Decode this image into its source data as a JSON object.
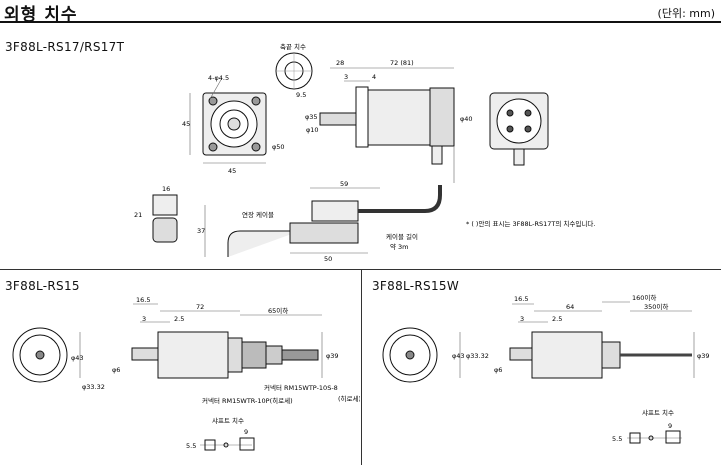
{
  "header": {
    "title": "외형 치수",
    "unit": "(단위: mm)"
  },
  "sections": {
    "top": {
      "model": "3F88L-RS17/RS17T",
      "labels": {
        "shaft_detail": "축끝 치수",
        "hole": "4-φ4.5",
        "dim_45_v": "45",
        "dim_45_h": "45",
        "dim_50": "φ50",
        "dim_28": "28",
        "dim_72": "72 (81)",
        "dim_3": "3",
        "dim_4": "4",
        "dim_9_5": "9.5",
        "dim_35": "φ35",
        "dim_10": "φ10",
        "dim_40": "φ40",
        "dim_16": "16",
        "dim_21": "21",
        "dim_37": "37",
        "dim_59": "59",
        "dim_50b": "50",
        "ext_cable": "연장 케이블",
        "cable_length": "케이블 길이",
        "cable_length_val": "약 3m",
        "note": "* ( )안의 표시는 3F88L-RS17T의 치수입니다."
      }
    },
    "rs15": {
      "model": "3F88L-RS15",
      "labels": {
        "dim_16_5": "16.5",
        "dim_72": "72",
        "dim_65": "65이하",
        "dim_3": "3",
        "dim_2_5": "2.5",
        "dim_43": "φ43",
        "dim_6": "φ6",
        "dim_33_32": "φ33.32",
        "dim_39": "φ39",
        "conn_rs15wtp": "커넥터 RM15WTP-10S-8",
        "conn_rs15wtp_sub": "(히로세)",
        "conn_rm15wtr": "커넥터 RM15WTR-10P(히로세)",
        "shaft_detail": "샤프트 치수",
        "dim_9": "9",
        "dim_5_5": "5.5"
      }
    },
    "rs15w": {
      "model": "3F88L-RS15W",
      "labels": {
        "dim_16_5": "16.5",
        "dim_64": "64",
        "dim_160": "160이하",
        "dim_350": "350이하",
        "dim_3": "3",
        "dim_2_5": "2.5",
        "dim_43": "φ43",
        "dim_33_32": "φ33.32",
        "dim_6": "φ6",
        "dim_39": "φ39",
        "shaft_detail": "샤프트 치수",
        "dim_9": "9",
        "dim_5_5": "5.5"
      }
    }
  },
  "colors": {
    "line": "#111111",
    "dim": "#555555"
  }
}
